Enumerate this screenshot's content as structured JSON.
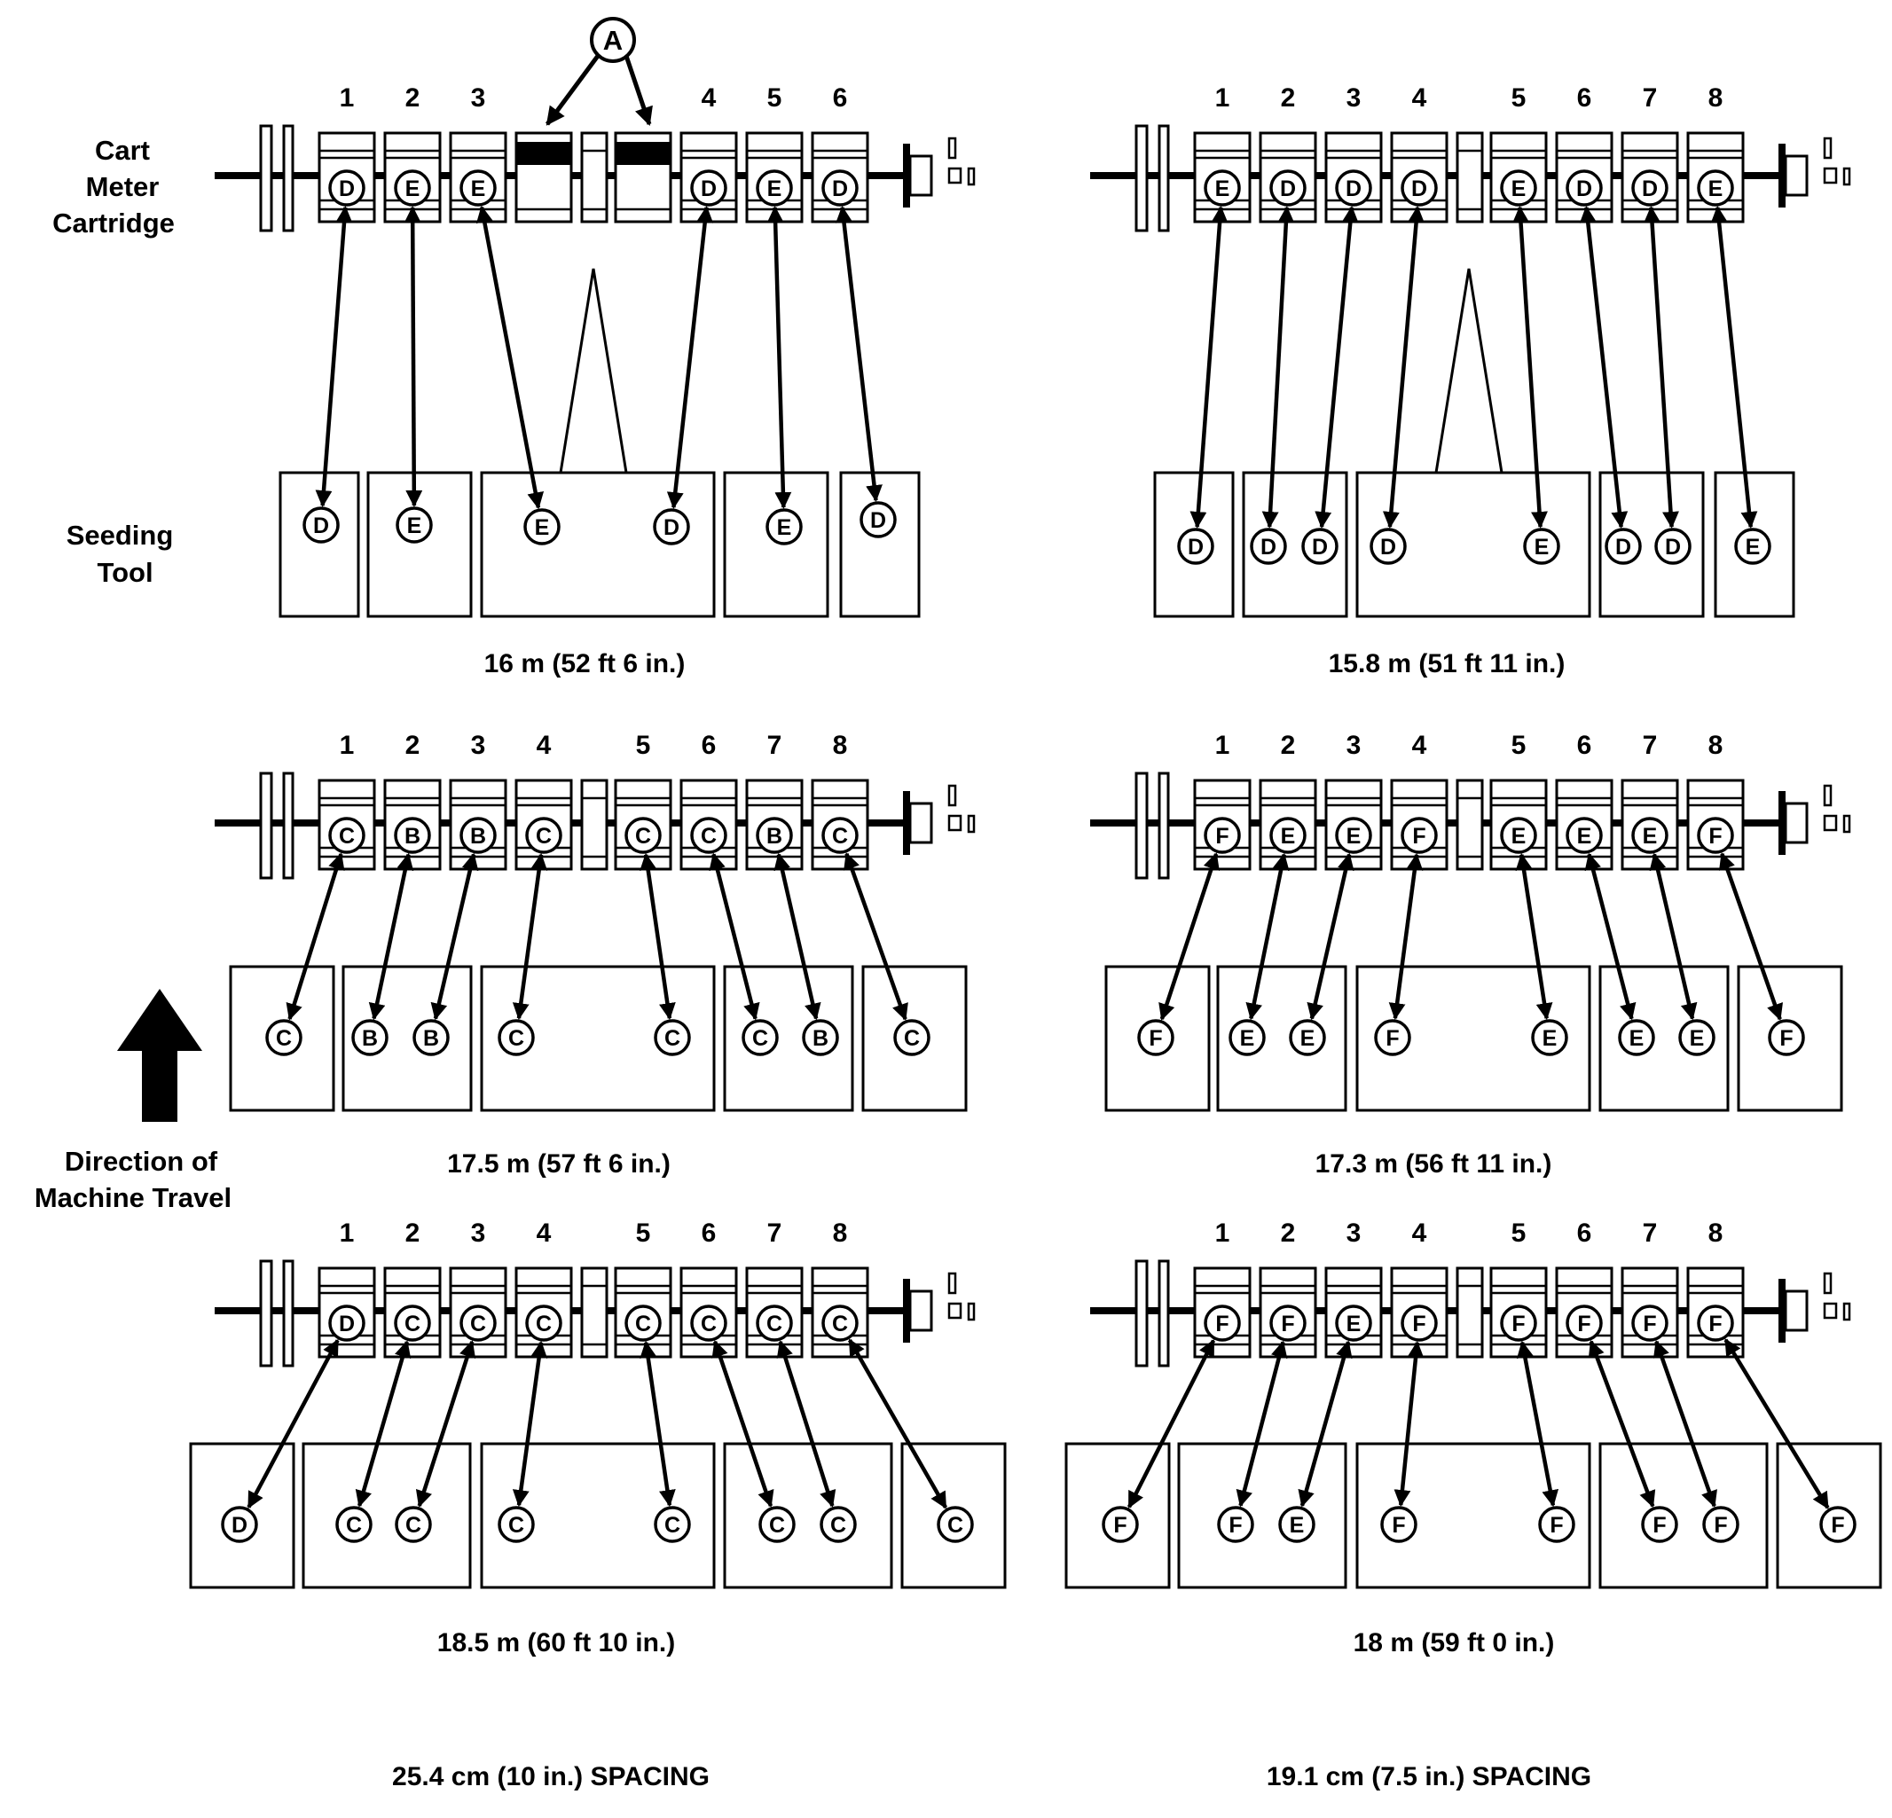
{
  "labels": {
    "cart_meter_cartridge": [
      "Cart",
      "Meter",
      "Cartridge"
    ],
    "seeding_tool": [
      "Seeding",
      "Tool"
    ],
    "direction": [
      "Direction of",
      "Machine Travel"
    ],
    "callout": "A"
  },
  "spacing": {
    "left": "25.4 cm (10 in.) SPACING",
    "right": "19.1 cm (7.5 in.) SPACING"
  },
  "configs": [
    {
      "width_label": "16 m (52 ft 6 in.)",
      "meters": [
        {
          "num": "1",
          "letter": "D"
        },
        {
          "num": "2",
          "letter": "E"
        },
        {
          "num": "3",
          "letter": "E"
        },
        {
          "num": "",
          "letter": ""
        },
        {
          "num": "",
          "letter": ""
        },
        {
          "num": "",
          "letter": ""
        },
        {
          "num": "4",
          "letter": "D"
        },
        {
          "num": "5",
          "letter": "E"
        },
        {
          "num": "6",
          "letter": "D"
        }
      ],
      "tool": [
        "D",
        "E",
        "E",
        "D",
        "E",
        "D"
      ]
    },
    {
      "width_label": "15.8 m (51 ft 11 in.)",
      "meters": [
        {
          "num": "1",
          "letter": "E"
        },
        {
          "num": "2",
          "letter": "D"
        },
        {
          "num": "3",
          "letter": "D"
        },
        {
          "num": "4",
          "letter": "D"
        },
        {
          "num": "",
          "letter": ""
        },
        {
          "num": "5",
          "letter": "E"
        },
        {
          "num": "6",
          "letter": "D"
        },
        {
          "num": "7",
          "letter": "D"
        },
        {
          "num": "8",
          "letter": "E"
        }
      ],
      "tool": [
        "D",
        "D",
        "D",
        "D",
        "E",
        "D",
        "D",
        "E"
      ]
    },
    {
      "width_label": "17.5 m (57 ft 6 in.)",
      "meters": [
        {
          "num": "1",
          "letter": "C"
        },
        {
          "num": "2",
          "letter": "B"
        },
        {
          "num": "3",
          "letter": "B"
        },
        {
          "num": "4",
          "letter": "C"
        },
        {
          "num": "",
          "letter": ""
        },
        {
          "num": "5",
          "letter": "C"
        },
        {
          "num": "6",
          "letter": "C"
        },
        {
          "num": "7",
          "letter": "B"
        },
        {
          "num": "8",
          "letter": "C"
        }
      ],
      "tool": [
        "C",
        "B",
        "B",
        "C",
        "C",
        "C",
        "B",
        "C"
      ]
    },
    {
      "width_label": "17.3 m (56 ft 11 in.)",
      "meters": [
        {
          "num": "1",
          "letter": "F"
        },
        {
          "num": "2",
          "letter": "E"
        },
        {
          "num": "3",
          "letter": "E"
        },
        {
          "num": "4",
          "letter": "F"
        },
        {
          "num": "",
          "letter": ""
        },
        {
          "num": "5",
          "letter": "E"
        },
        {
          "num": "6",
          "letter": "E"
        },
        {
          "num": "7",
          "letter": "E"
        },
        {
          "num": "8",
          "letter": "F"
        }
      ],
      "tool": [
        "F",
        "E",
        "E",
        "F",
        "E",
        "E",
        "E",
        "F"
      ]
    },
    {
      "width_label": "18.5 m (60 ft 10 in.)",
      "meters": [
        {
          "num": "1",
          "letter": "D"
        },
        {
          "num": "2",
          "letter": "C"
        },
        {
          "num": "3",
          "letter": "C"
        },
        {
          "num": "4",
          "letter": "C"
        },
        {
          "num": "",
          "letter": ""
        },
        {
          "num": "5",
          "letter": "C"
        },
        {
          "num": "6",
          "letter": "C"
        },
        {
          "num": "7",
          "letter": "C"
        },
        {
          "num": "8",
          "letter": "C"
        }
      ],
      "tool": [
        "D",
        "C",
        "C",
        "C",
        "C",
        "C",
        "C",
        "C"
      ]
    },
    {
      "width_label": "18 m (59 ft 0 in.)",
      "meters": [
        {
          "num": "1",
          "letter": "F"
        },
        {
          "num": "2",
          "letter": "F"
        },
        {
          "num": "3",
          "letter": "E"
        },
        {
          "num": "4",
          "letter": "F"
        },
        {
          "num": "",
          "letter": ""
        },
        {
          "num": "5",
          "letter": "F"
        },
        {
          "num": "6",
          "letter": "F"
        },
        {
          "num": "7",
          "letter": "F"
        },
        {
          "num": "8",
          "letter": "F"
        }
      ],
      "tool": [
        "F",
        "F",
        "E",
        "F",
        "F",
        "F",
        "F",
        "F"
      ]
    }
  ]
}
